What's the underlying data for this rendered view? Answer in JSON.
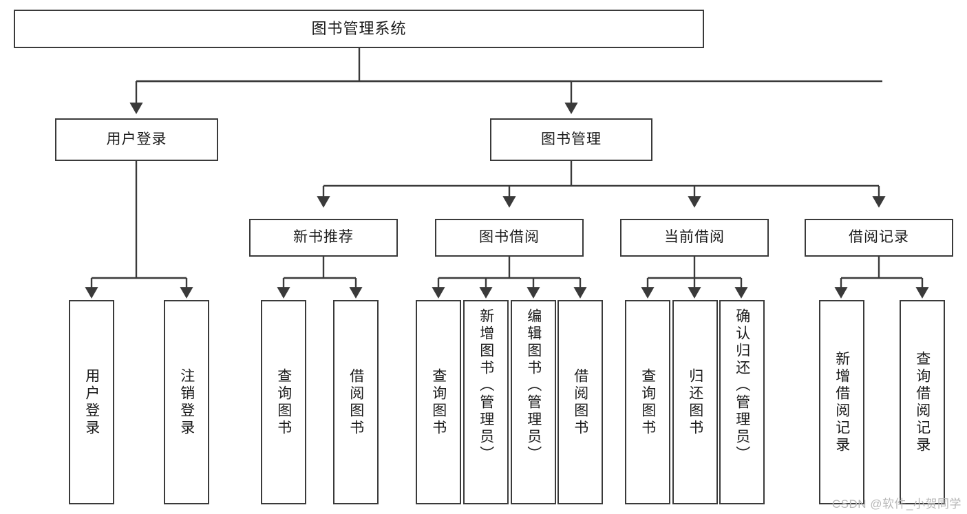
{
  "diagram": {
    "title": "图书管理系统",
    "type": "hierarchy-tree",
    "watermark": "CSDN @软件_小贺同学",
    "colors": {
      "stroke": "#3a3a3a",
      "fill": "#ffffff",
      "text": "#1b1b1b",
      "watermark": "#b7b7b7"
    },
    "levels": {
      "root": "图书管理系统",
      "level2": [
        "用户登录",
        "图书管理"
      ],
      "level3": [
        "新书推荐",
        "图书借阅",
        "当前借阅",
        "借阅记录"
      ]
    },
    "nodes": {
      "root": {
        "label": "图书管理系统"
      },
      "user_login": {
        "label": "用户登录"
      },
      "book_manage": {
        "label": "图书管理"
      },
      "new_book_rec": {
        "label": "新书推荐"
      },
      "book_borrow": {
        "label": "图书借阅"
      },
      "current_borrow": {
        "label": "当前借阅"
      },
      "borrow_record": {
        "label": "借阅记录"
      }
    },
    "leaves": {
      "user_login": [
        {
          "label": "用户登录"
        },
        {
          "label": "注销登录"
        }
      ],
      "new_book_rec": [
        {
          "label": "查询图书"
        },
        {
          "label": "借阅图书"
        }
      ],
      "book_borrow": [
        {
          "label": "查询图书"
        },
        {
          "label": "新增图书（管理员）"
        },
        {
          "label": "编辑图书（管理员）"
        },
        {
          "label": "借阅图书"
        }
      ],
      "current_borrow": [
        {
          "label": "查询图书"
        },
        {
          "label": "归还图书"
        },
        {
          "label": "确认归还（管理员）"
        }
      ],
      "borrow_record": [
        {
          "label": "新增借阅记录"
        },
        {
          "label": "查询借阅记录"
        }
      ]
    }
  }
}
